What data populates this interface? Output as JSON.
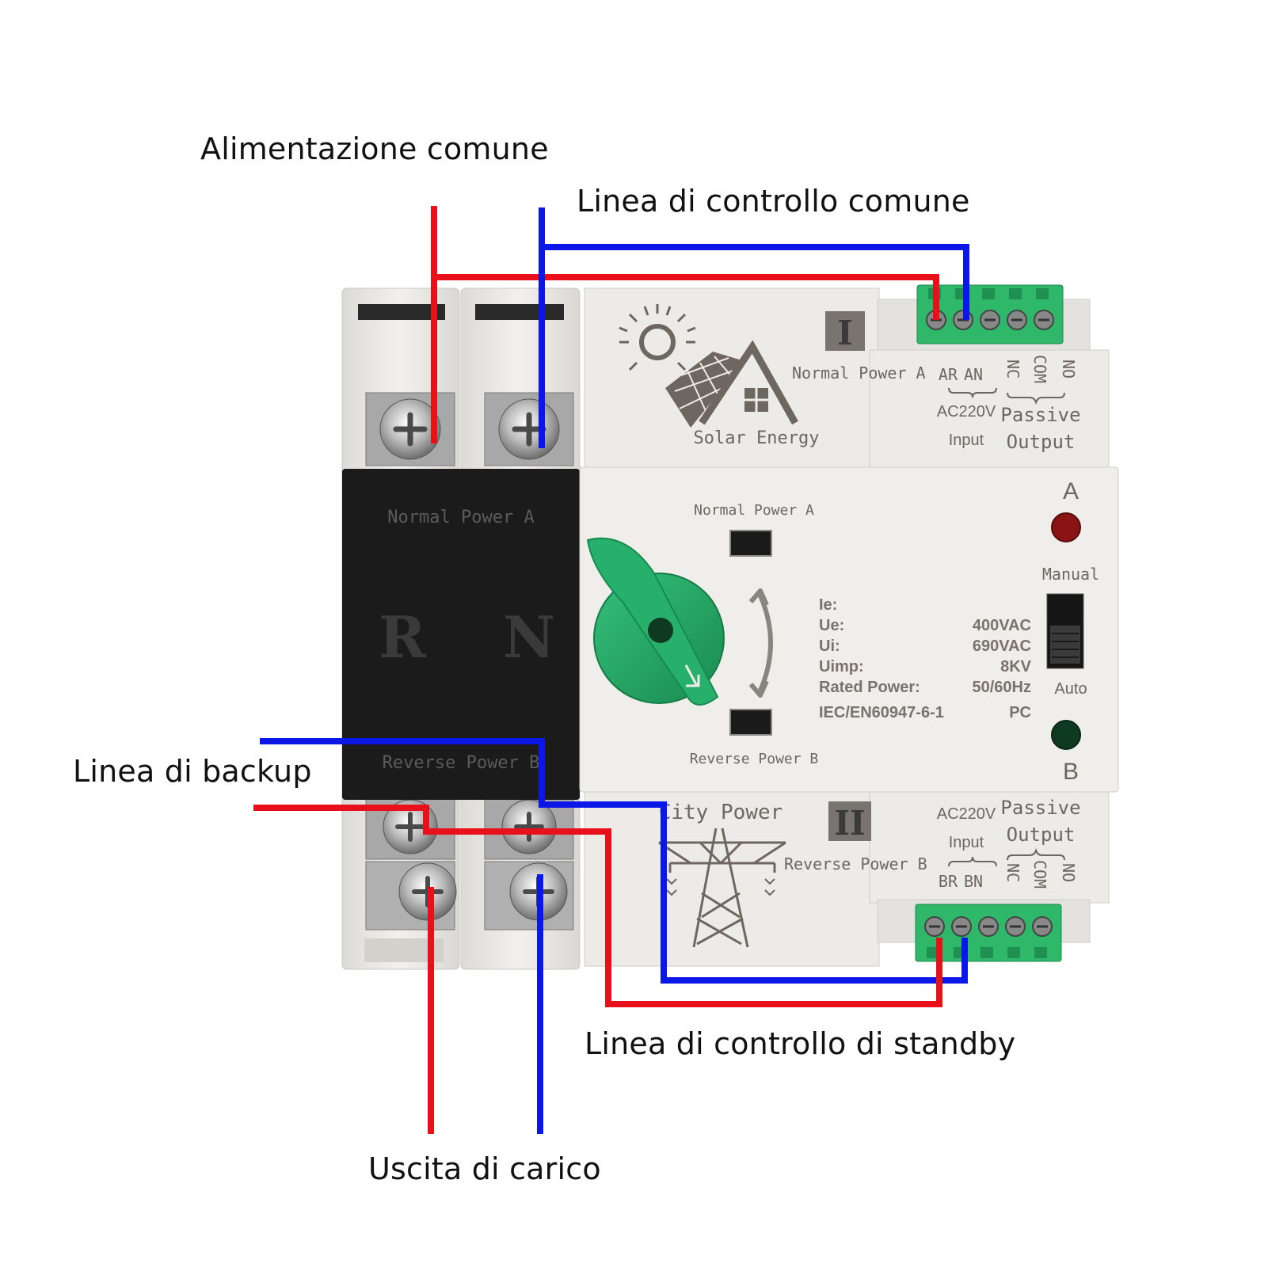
{
  "callouts": {
    "common_supply": "Alimentazione comune",
    "common_control": "Linea di controllo comune",
    "backup_line": "Linea di backup",
    "standby_control": "Linea di controllo di standby",
    "load_output": "Uscita di carico"
  },
  "device": {
    "upper_module": {
      "roman": "I",
      "name": "Normal Power A",
      "logo_text": "Solar Energy",
      "terminals": [
        "AR",
        "AN",
        "NC",
        "COM",
        "NO"
      ],
      "input_voltage": "AC220V",
      "input_label": "Input",
      "passive_label": "Passive",
      "output_label": "Output"
    },
    "lower_module": {
      "roman": "II",
      "name": "Reverse Power B",
      "logo_text": "City Power",
      "terminals": [
        "BR",
        "BN",
        "NC",
        "COM",
        "NO"
      ],
      "input_voltage": "AC220V",
      "input_label": "Input",
      "passive_label": "Passive",
      "output_label": "Output"
    },
    "black_cover": {
      "top_label": "Normal Power A",
      "bottom_label": "Reverse Power B",
      "pole_r": "R",
      "pole_n": "N"
    },
    "front": {
      "window_a_label": "Normal Power A",
      "window_b_label": "Reverse Power B",
      "indicator_a": "A",
      "indicator_b": "B",
      "manual_label": "Manual",
      "auto_label": "Auto",
      "specs": [
        {
          "key": "Ie:",
          "value": ""
        },
        {
          "key": "Ue:",
          "value": "400VAC"
        },
        {
          "key": "Ui:",
          "value": "690VAC"
        },
        {
          "key": "Uimp:",
          "value": "8KV"
        },
        {
          "key": "Rated Power:",
          "value": "50/60Hz"
        },
        {
          "key": "IEC/EN60947-6-1",
          "value": "PC"
        }
      ]
    }
  },
  "colors": {
    "live_wire": "#e8101a",
    "neutral_wire": "#0a17e6",
    "housing": "#ecebe7",
    "terminal_green": "#2fb86a",
    "knob_green": "#24a665",
    "black_cover": "#1b1b1b",
    "led_a": "#8a1414",
    "led_b": "#0f3a22"
  },
  "icons": [
    "sun-icon",
    "solar-panel-icon",
    "house-icon",
    "pylon-icon",
    "screw-icon",
    "rotation-arrow-icon",
    "rotary-knob-icon",
    "toggle-switch-icon",
    "indicator-led-icon"
  ]
}
